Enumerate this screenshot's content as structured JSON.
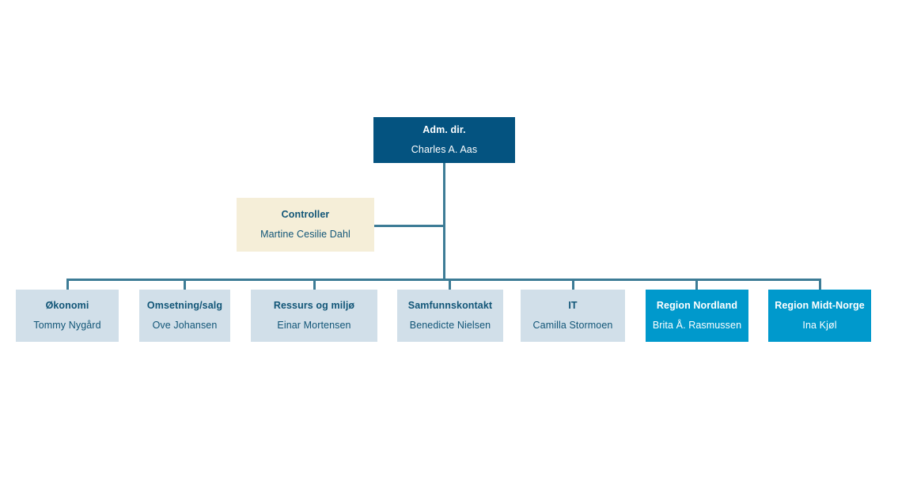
{
  "chart_data": {
    "type": "diagram",
    "title": "",
    "colors": {
      "executive_bg": "#045380",
      "executive_text": "#ffffff",
      "staff_bg": "#f5eed8",
      "staff_text": "#115577",
      "department_bg": "#d1dfe9",
      "department_text": "#115577",
      "region_bg": "#0099cc",
      "region_text": "#ffffff",
      "connector": "#3d7c96",
      "background": "#ffffff"
    }
  },
  "org": {
    "executive": {
      "title": "Adm. dir.",
      "person": "Charles A. Aas"
    },
    "staff": {
      "title": "Controller",
      "person": "Martine Cesilie Dahl"
    },
    "units": [
      {
        "title": "Økonomi",
        "person": "Tommy Nygård"
      },
      {
        "title": "Omsetning/salg",
        "person": "Ove Johansen"
      },
      {
        "title": "Ressurs og miljø",
        "person": "Einar Mortensen"
      },
      {
        "title": "Samfunnskontakt",
        "person": "Benedicte Nielsen"
      },
      {
        "title": "IT",
        "person": "Camilla Stormoen"
      },
      {
        "title": "Region Nordland",
        "person": "Brita Å. Rasmussen"
      },
      {
        "title": "Region Midt-Norge",
        "person": "Ina Kjøl"
      }
    ]
  }
}
